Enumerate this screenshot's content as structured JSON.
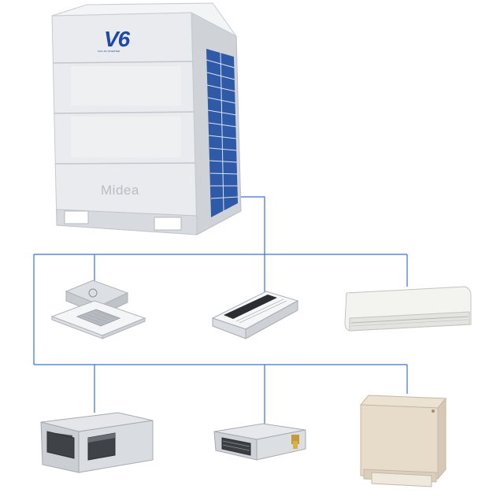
{
  "outdoor_unit": {
    "model_badge": "V6",
    "badge_subtitle": "FULL DC INVERTER",
    "brand_logo": "Midea"
  },
  "colors": {
    "connection_lines": "#3a6fd6",
    "unit_body": "#e6e9ec",
    "coil": "#2f5aa8",
    "brand": "#1d4aa6"
  },
  "indoor_units": [
    {
      "type": "four-way-cassette-icon"
    },
    {
      "type": "one-way-cassette-icon"
    },
    {
      "type": "wall-mounted-split-icon"
    },
    {
      "type": "high-static-duct-icon"
    },
    {
      "type": "slim-duct-icon"
    },
    {
      "type": "floor-standing-console-icon"
    }
  ]
}
